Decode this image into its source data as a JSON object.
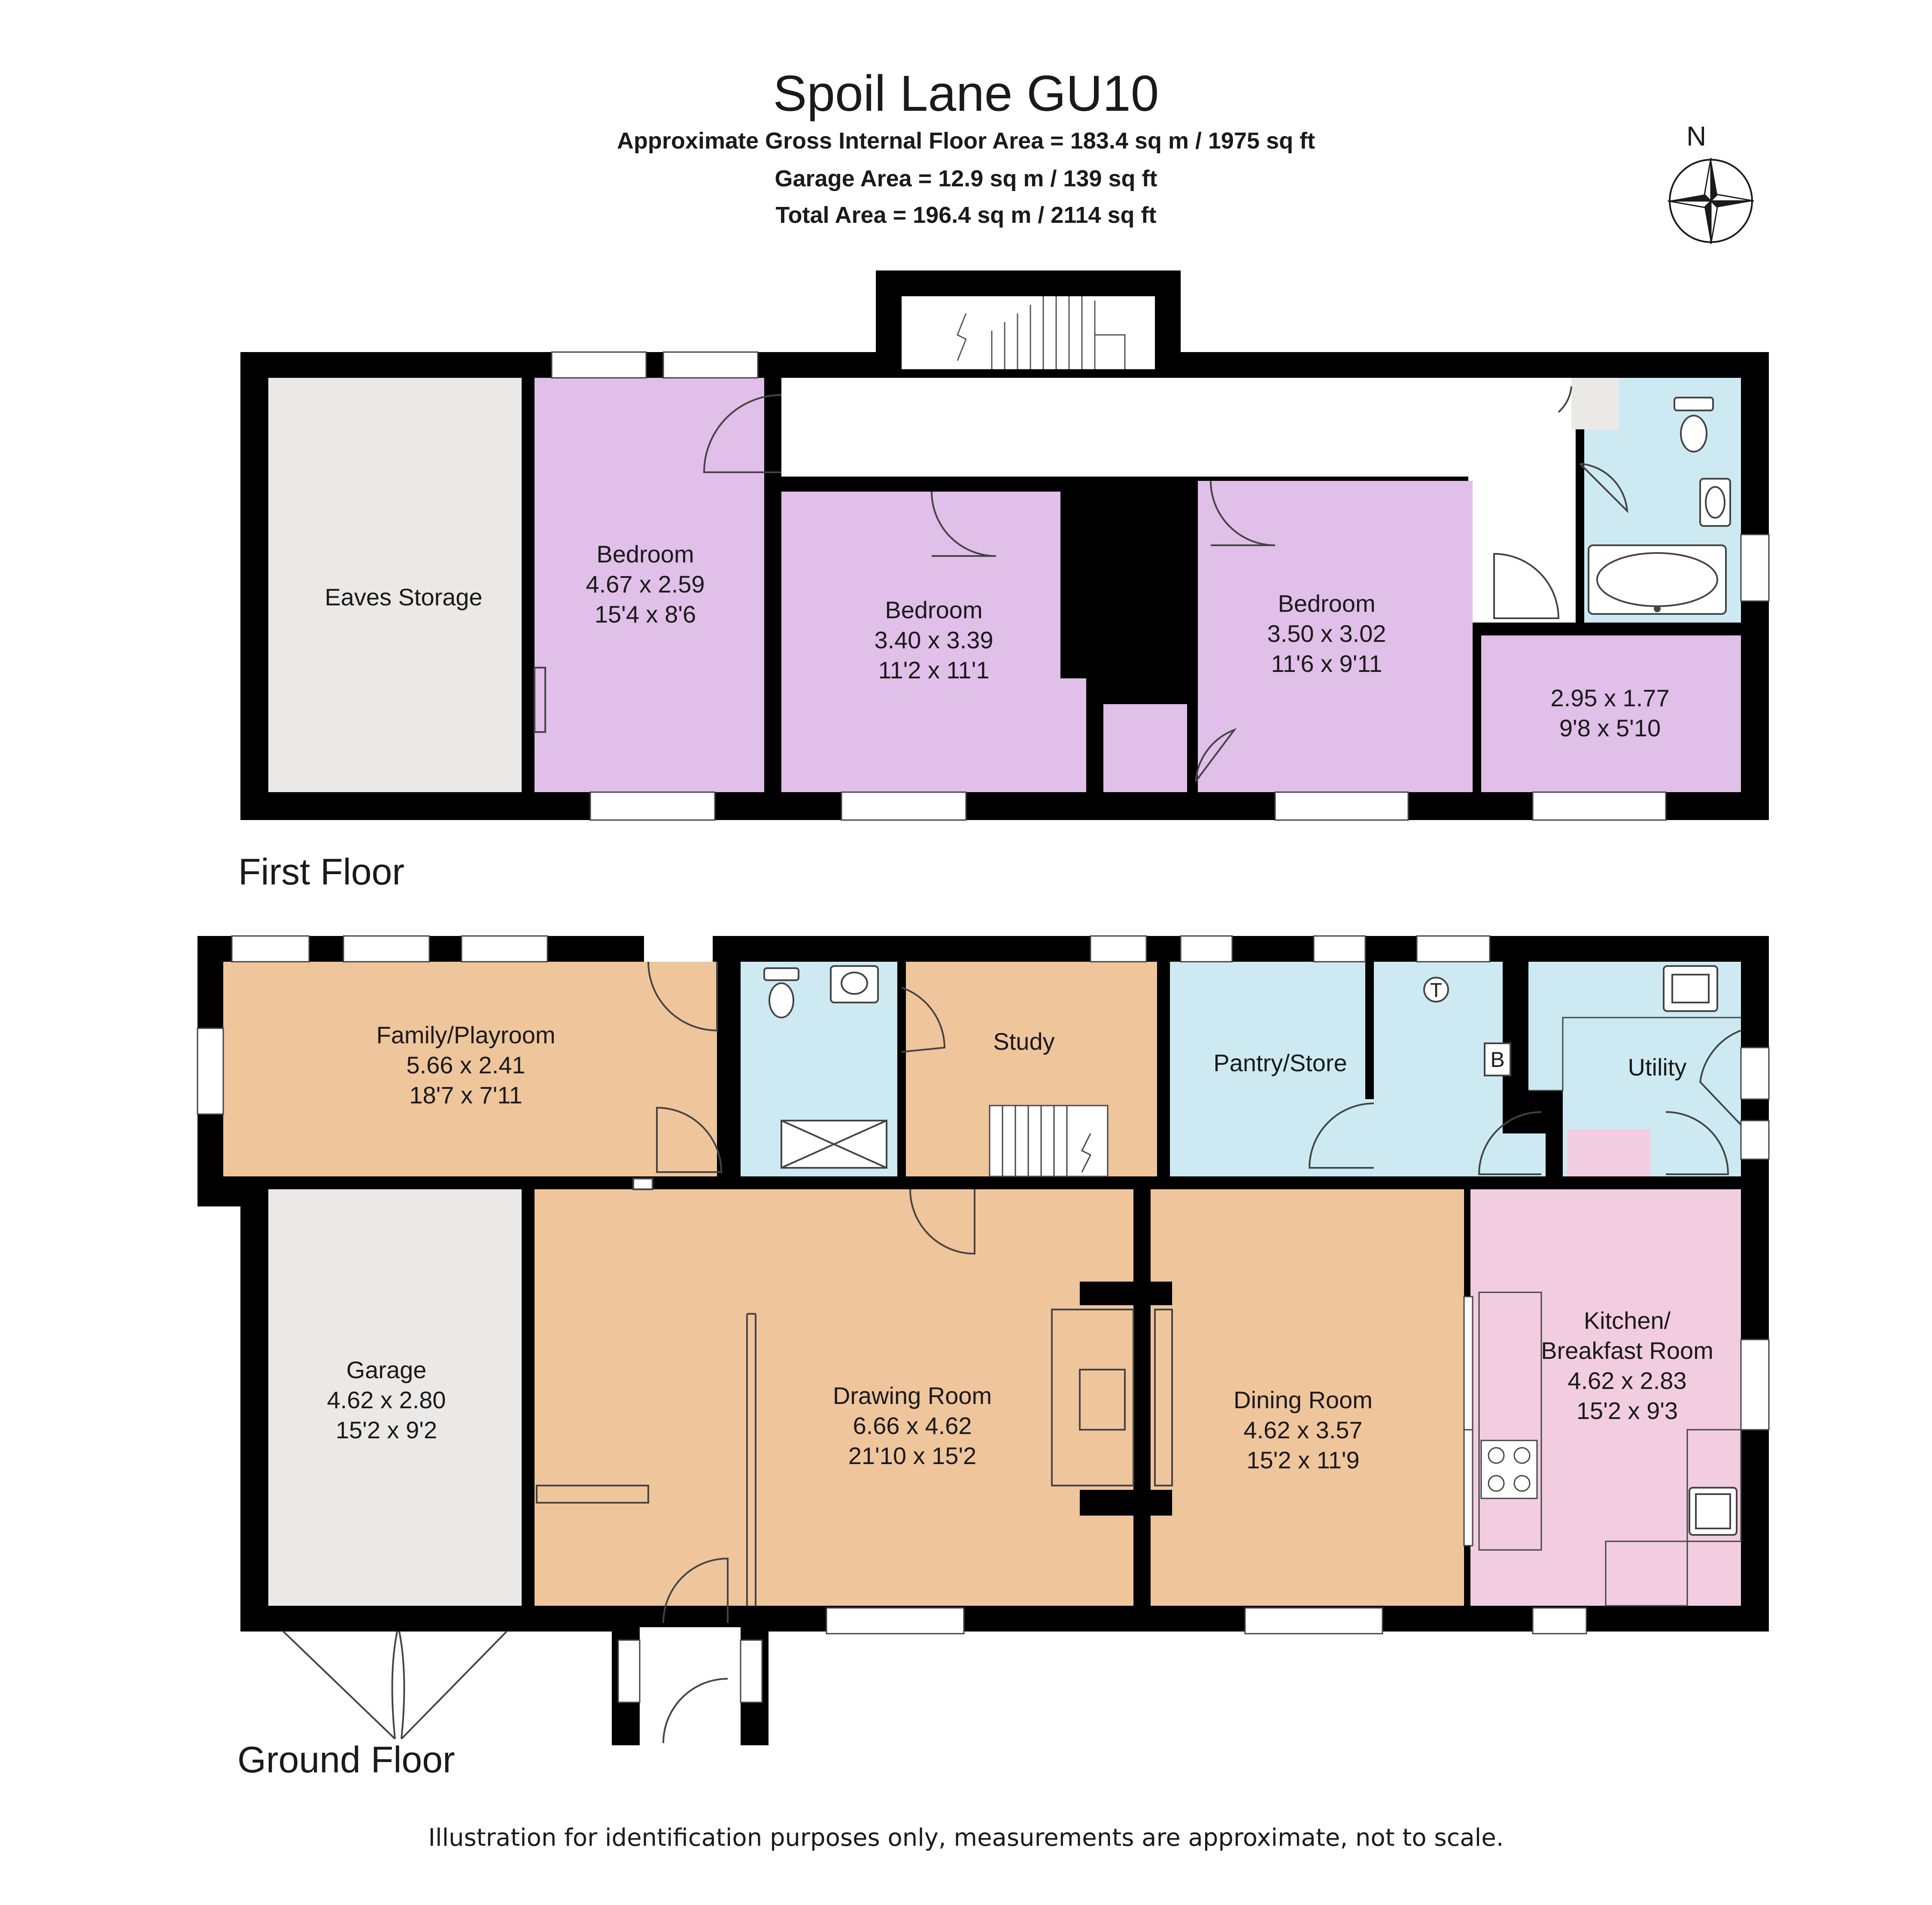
{
  "header": {
    "title": "Spoil Lane GU10",
    "gross_area": "Approximate Gross Internal Floor Area = 183.4 sq m / 1975 sq ft",
    "garage_area": "Garage Area = 12.9 sq m / 139 sq ft",
    "total_area": "Total Area = 196.4 sq m / 2114 sq ft"
  },
  "compass": {
    "label": "N"
  },
  "first_floor": {
    "label": "First Floor",
    "rooms": {
      "eaves": {
        "name": "Eaves Storage"
      },
      "bedroom1": {
        "name": "Bedroom",
        "metric": "4.67 x 2.59",
        "imperial": "15'4 x 8'6"
      },
      "bedroom2": {
        "name": "Bedroom",
        "metric": "3.40 x 3.39",
        "imperial": "11'2 x 11'1"
      },
      "bedroom3": {
        "name": "Bedroom",
        "metric": "3.50 x 3.02",
        "imperial": "11'6 x 9'11"
      },
      "small_room": {
        "metric": "2.95 x 1.77",
        "imperial": "9'8 x 5'10"
      }
    }
  },
  "ground_floor": {
    "label": "Ground Floor",
    "rooms": {
      "family": {
        "name": "Family/Playroom",
        "metric": "5.66 x 2.41",
        "imperial": "18'7 x 7'11"
      },
      "study": {
        "name": "Study"
      },
      "pantry": {
        "name": "Pantry/Store"
      },
      "utility": {
        "name": "Utility"
      },
      "garage": {
        "name": "Garage",
        "metric": "4.62 x 2.80",
        "imperial": "15'2 x 9'2"
      },
      "drawing": {
        "name": "Drawing Room",
        "metric": "6.66 x 4.62",
        "imperial": "21'10 x 15'2"
      },
      "dining": {
        "name": "Dining Room",
        "metric": "4.62 x 3.57",
        "imperial": "15'2 x 11'9"
      },
      "kitchen": {
        "name_line1": "Kitchen/",
        "name_line2": "Breakfast Room",
        "metric": "4.62 x 2.83",
        "imperial": "15'2 x 9'3"
      }
    },
    "symbols": {
      "tank": "T",
      "boiler": "B"
    }
  },
  "footer": {
    "disclaimer": "Illustration for identification purposes only, measurements are approximate, not to scale."
  },
  "colors": {
    "bedroom": "#e0bfe8",
    "bathroom": "#cdeaf2",
    "storage": "#ebe9e8",
    "reception": "#efc59c",
    "kitchen": "#f2cde0",
    "wall": "#000000"
  }
}
